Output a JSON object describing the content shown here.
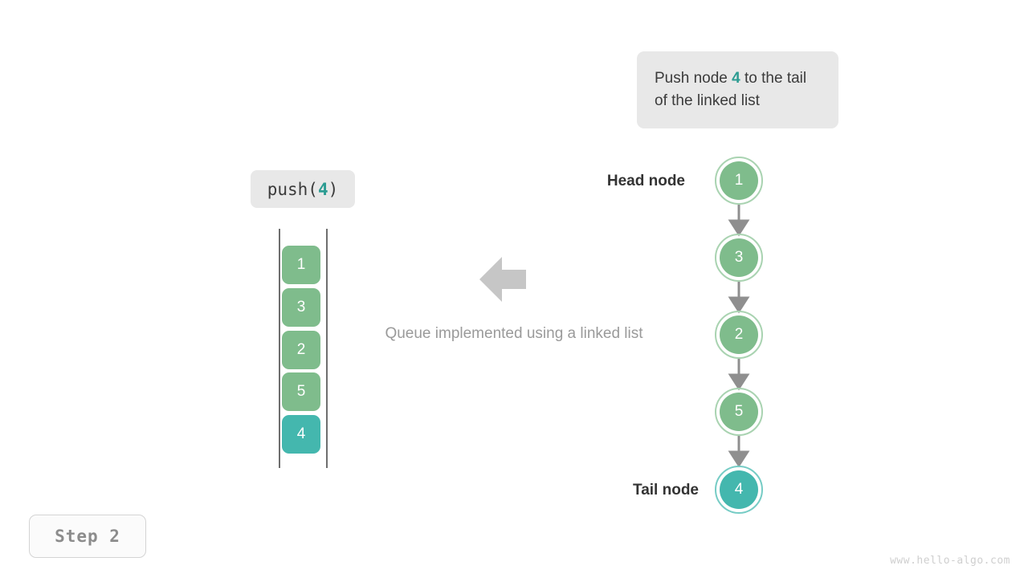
{
  "callout": {
    "text_before": "Push node ",
    "accent": "4",
    "text_after": " to the tail of the linked list"
  },
  "operation_chip": {
    "prefix": "push(",
    "accent": "4",
    "suffix": ")"
  },
  "queue": {
    "caption": "Queue implemented using a linked list",
    "arrow_icon": "arrow-left-icon",
    "items": [
      {
        "value": "1",
        "color": "#7fbc8c"
      },
      {
        "value": "3",
        "color": "#7fbc8c"
      },
      {
        "value": "2",
        "color": "#7fbc8c"
      },
      {
        "value": "5",
        "color": "#7fbc8c"
      },
      {
        "value": "4",
        "color": "#44b7ae"
      }
    ]
  },
  "linked_list": {
    "head_label": "Head node",
    "tail_label": "Tail node",
    "nodes": [
      {
        "value": "1",
        "fill": "#7fbc8c",
        "ring": "#a9d3b1"
      },
      {
        "value": "3",
        "fill": "#7fbc8c",
        "ring": "#a9d3b1"
      },
      {
        "value": "2",
        "fill": "#7fbc8c",
        "ring": "#a9d3b1"
      },
      {
        "value": "5",
        "fill": "#7fbc8c",
        "ring": "#a9d3b1"
      },
      {
        "value": "4",
        "fill": "#44b7ae",
        "ring": "#76ccc5"
      }
    ],
    "connector_color": "#8f8f8f"
  },
  "step_badge": {
    "label": "Step 2"
  },
  "watermark": {
    "text": "www.hello-algo.com"
  },
  "colors": {
    "green": "#7fbc8c",
    "teal": "#44b7ae",
    "accent_text": "#2c9c92",
    "gray_arrow": "#c6c6c6",
    "chip_bg": "#e8e8e8"
  }
}
